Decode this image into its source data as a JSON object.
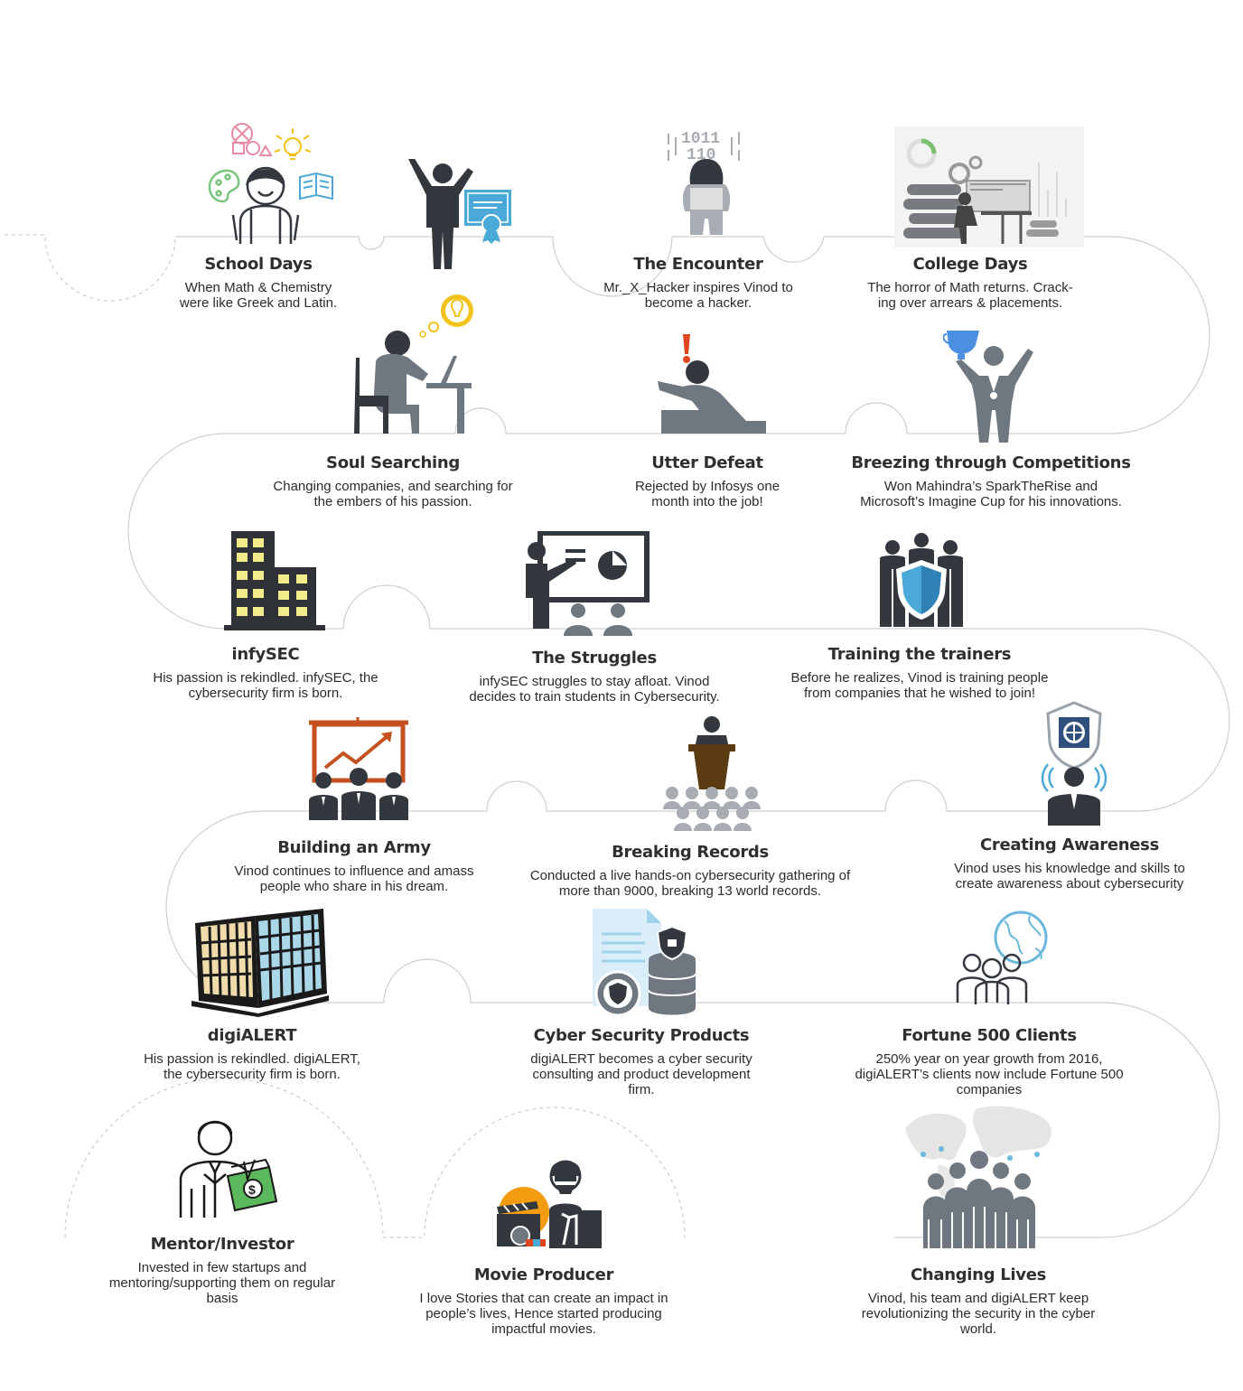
{
  "colors": {
    "icon_dark": "#33383e",
    "icon_gray": "#6f7780",
    "icon_light_gray": "#a7adb2",
    "accent_blue": "#4aa9d6",
    "accent_yellow": "#f2c21a",
    "accent_orange": "#c4511f",
    "accent_red": "#e0461d",
    "building_yellow": "#f3ec8a",
    "track_line": "#cfcfcf"
  },
  "milestones": [
    {
      "title": "School Days",
      "desc": "When Math & Chemistry\nwere like Greek and Latin.",
      "icon": "student-icon"
    },
    {
      "title": "",
      "desc": "",
      "icon": "graduate-certificate-icon"
    },
    {
      "title": "The Encounter",
      "desc": "Mr._X_Hacker inspires Vinod to\nbecome a hacker.",
      "icon": "hacker-icon"
    },
    {
      "title": "College Days",
      "desc": "The horror of Math returns. Crack-\ning over arrears & placements.",
      "icon": "study-desk-icon"
    },
    {
      "title": "Soul Searching",
      "desc": "Changing companies, and searching for\nthe embers of his passion.",
      "icon": "thinking-at-desk-icon"
    },
    {
      "title": "Utter Defeat",
      "desc": "Rejected by Infosys one\nmonth into the job!",
      "icon": "defeated-person-icon"
    },
    {
      "title": "Breezing through Competitions",
      "desc": "Won Mahindra’s SparkTheRise and\nMicrosoft’s Imagine Cup for his innovations.",
      "icon": "trophy-winner-icon"
    },
    {
      "title": "infySEC",
      "desc": "His passion is rekindled. infySEC, the\ncybersecurity firm is born.",
      "icon": "office-building-icon"
    },
    {
      "title": "The Struggles",
      "desc": "infySEC struggles to stay afloat. Vinod\ndecides to train students in Cybersecurity.",
      "icon": "presentation-icon"
    },
    {
      "title": "Training the trainers",
      "desc": "Before he realizes, Vinod is training people\nfrom companies that he wished to join!",
      "icon": "security-team-icon"
    },
    {
      "title": "Building an Army",
      "desc": "Vinod continues to influence and amass\npeople who share in his dream.",
      "icon": "team-growth-icon"
    },
    {
      "title": "Breaking Records",
      "desc": "Conducted a live hands-on cybersecurity gathering of\nmore than 9000, breaking 13 world records.",
      "icon": "speaker-audience-icon"
    },
    {
      "title": "Creating Awareness",
      "desc": "Vinod uses his knowledge and skills to\ncreate awareness about cybersecurity",
      "icon": "shield-speaker-icon"
    },
    {
      "title": "digiALERT",
      "desc": "His passion is rekindled. digiALERT,\nthe cybersecurity firm is born.",
      "icon": "corporate-buildings-icon"
    },
    {
      "title": "Cyber Security Products",
      "desc": "digiALERT becomes a cyber security\nconsulting and product development\nfirm.",
      "icon": "secure-database-icon"
    },
    {
      "title": "Fortune 500 Clients",
      "desc": "250% year on year growth from 2016,\ndigiALERT’s clients now include Fortune 500\ncompanies",
      "icon": "global-clients-icon"
    },
    {
      "title": "Mentor/Investor",
      "desc": "Invested in few startups and\nmentoring/supporting them on regular\nbasis",
      "icon": "investor-money-icon"
    },
    {
      "title": "Movie Producer",
      "desc": "I love Stories that can create an impact in\npeople’s lives, Hence started producing\nimpactful movies.",
      "icon": "movie-producer-icon"
    },
    {
      "title": "Changing Lives",
      "desc": "Vinod, his team and digiALERT keep\nrevolutionizing the security in the cyber\nworld.",
      "icon": "world-community-icon"
    }
  ],
  "icon_labels": {
    "hacker_binary": "1011\n110"
  }
}
